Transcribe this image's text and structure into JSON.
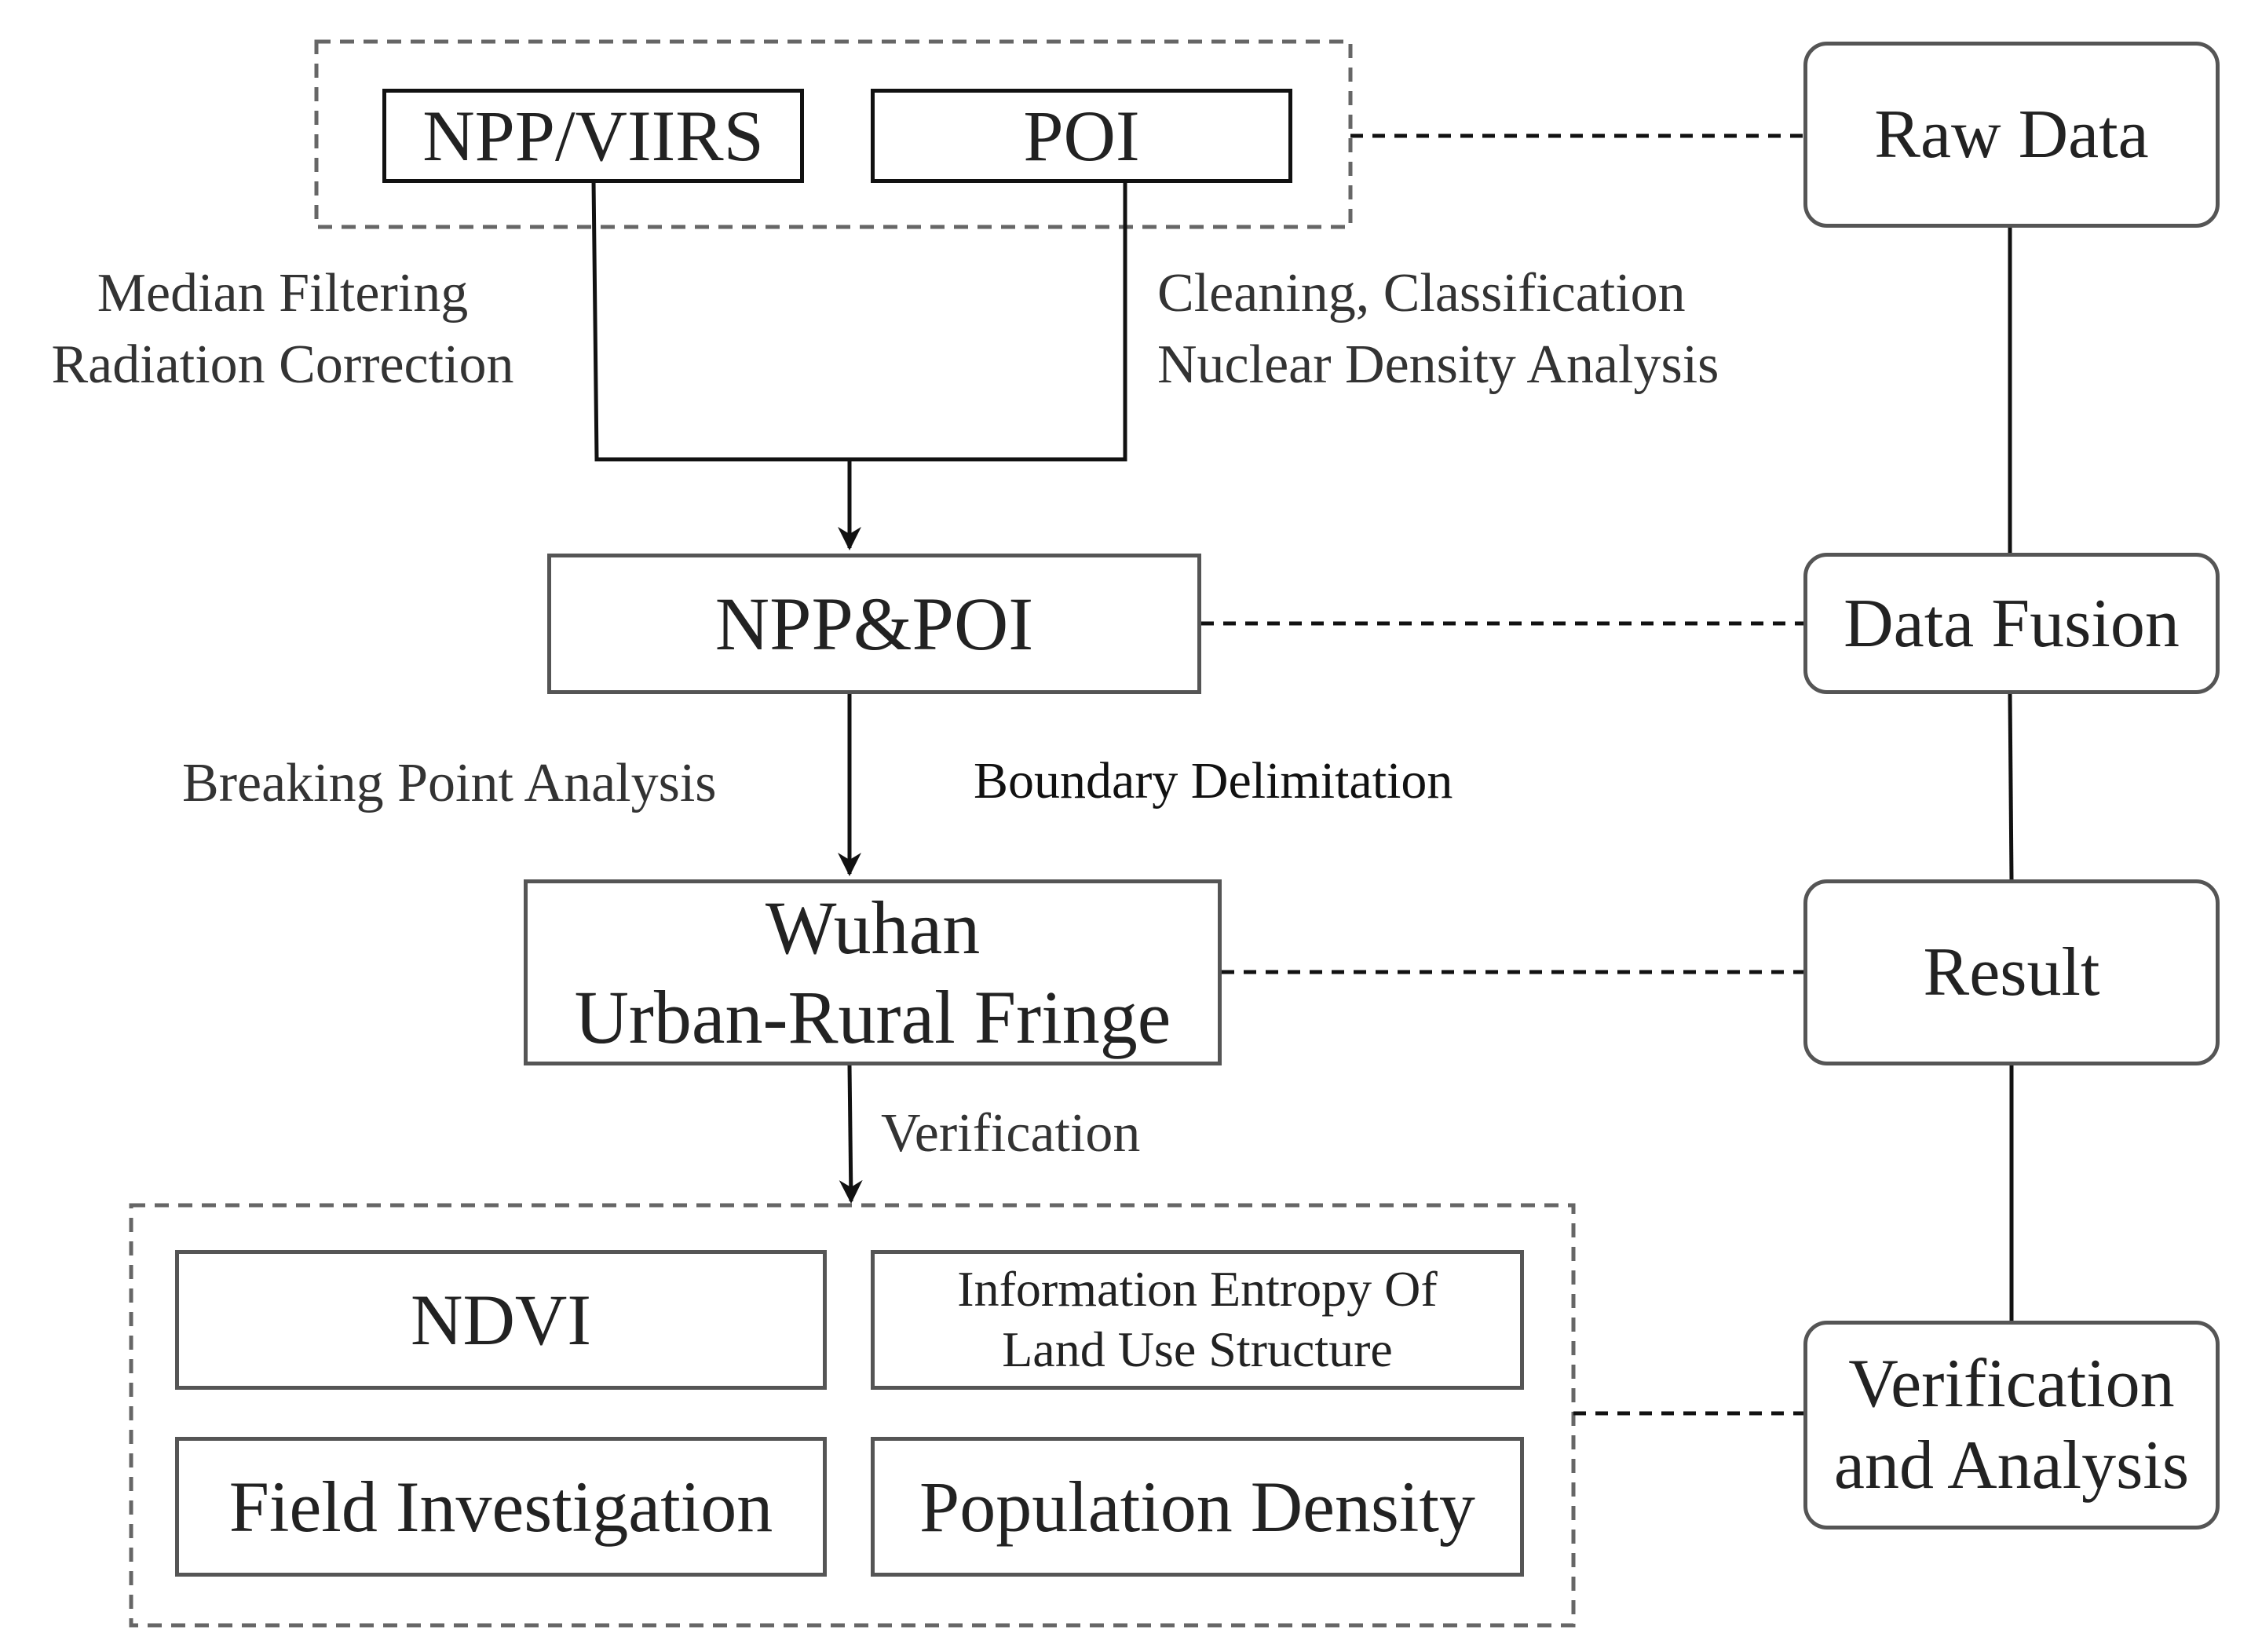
{
  "top_group": {
    "npp_viirs": "NPP/VIIRS",
    "poi": "POI"
  },
  "left_steps": {
    "preprocess_npp": [
      "Median Filtering",
      "Radiation Correction"
    ],
    "preprocess_poi": [
      "Cleaning, Classification",
      "Nuclear Density Analysis"
    ],
    "fusion": "NPP&POI",
    "breaking": "Breaking Point Analysis",
    "boundary": "Boundary Delimitation",
    "fringe": [
      "Wuhan",
      "Urban-Rural Fringe"
    ],
    "verification_label": "Verification"
  },
  "bottom_group": {
    "ndvi": "NDVI",
    "entropy": [
      "Information Entropy Of",
      "Land Use Structure"
    ],
    "field": "Field Investigation",
    "population": "Population Density"
  },
  "stages": {
    "raw": "Raw Data",
    "fusion": "Data Fusion",
    "result": "Result",
    "verification": [
      "Verification",
      "and Analysis"
    ]
  },
  "colors": {
    "stroke_dark": "#111111",
    "stroke_gray": "#555555",
    "text": "#222222"
  }
}
